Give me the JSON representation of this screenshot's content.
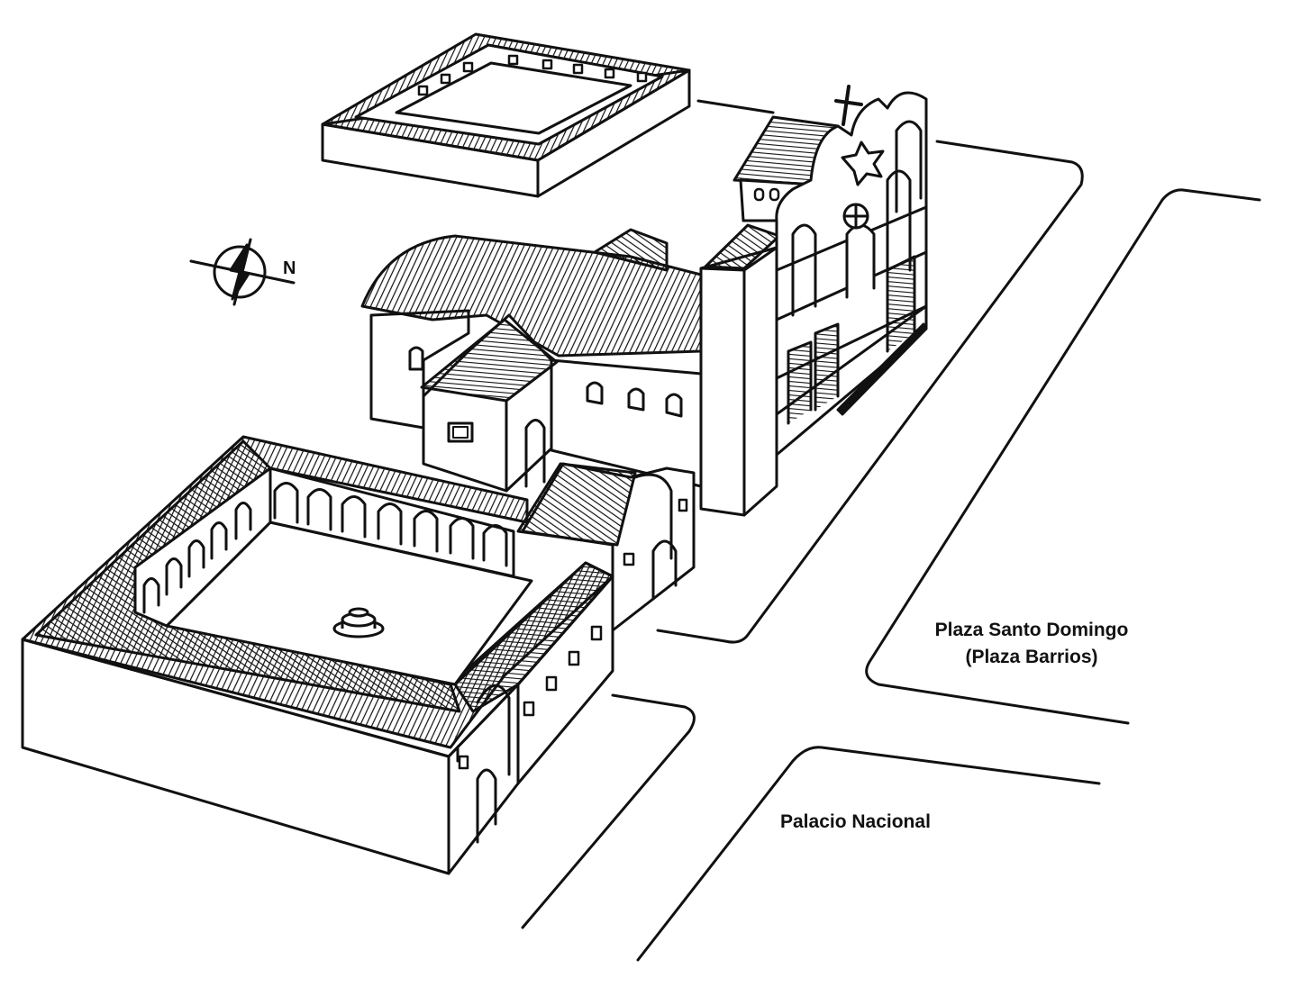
{
  "labels": {
    "plaza_line1": "Plaza Santo Domingo",
    "plaza_line2": "(Plaza Barrios)",
    "palacio": "Palacio Nacional",
    "north": "N"
  },
  "colors": {
    "ink": "#111111",
    "paper": "#ffffff"
  },
  "icons": [
    "compass-rose-icon",
    "cross-icon",
    "star-window-icon",
    "fountain-icon"
  ]
}
